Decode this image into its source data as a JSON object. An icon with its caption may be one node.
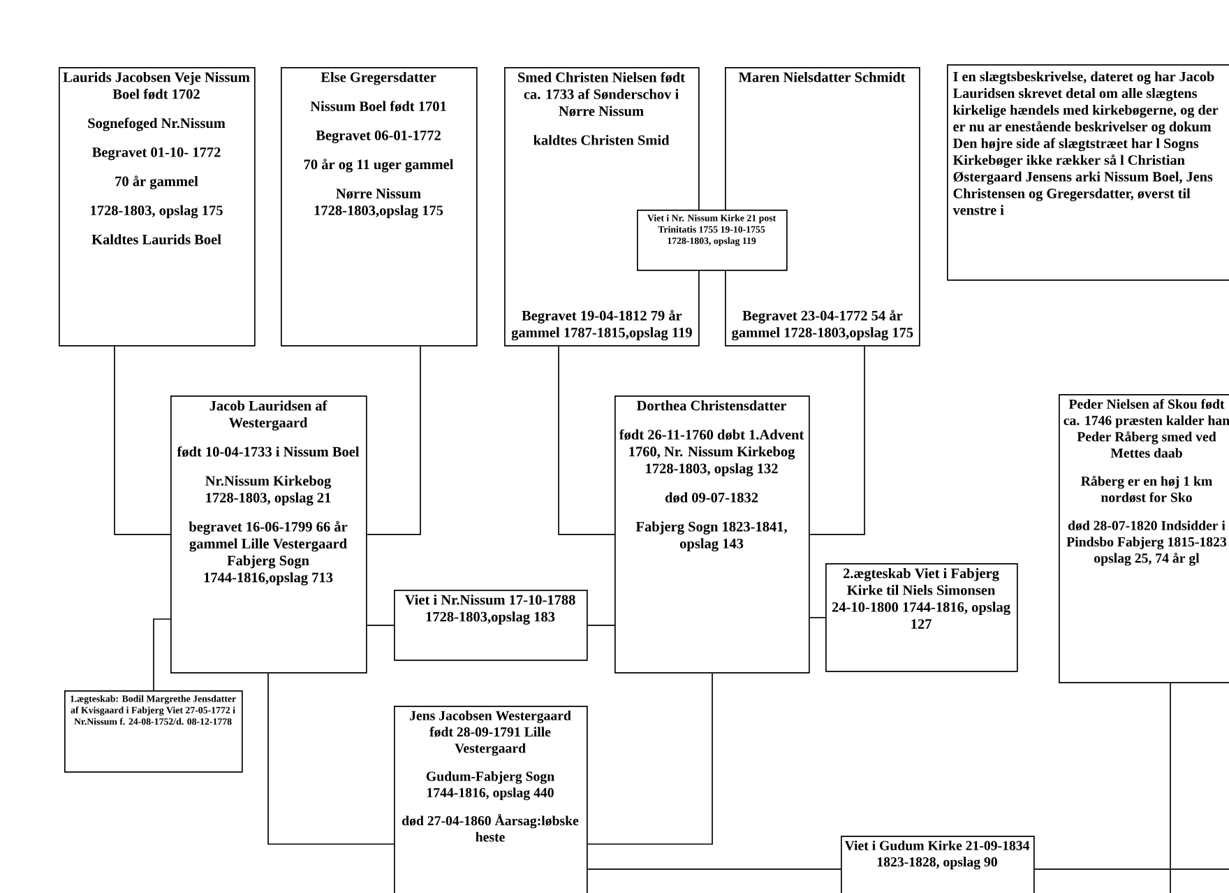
{
  "diagram": {
    "nodes": [
      {
        "text": [
          "Laurids Jacobsen Veje Nissum Boel født 1702",
          "Sognefoged Nr.Nissum",
          "Begravet 01-10- 1772",
          "70 år gammel",
          "1728-1803, opslag 175",
          "Kaldtes Laurids Boel"
        ]
      },
      {
        "text": [
          "Else Gregersdatter",
          "Nissum Boel født 1701",
          "Begravet 06-01-1772",
          "70 år og 11 uger gammel",
          "Nørre Nissum 1728-1803,opslag 175"
        ]
      },
      {
        "text": [
          "Smed Christen Nielsen født ca. 1733 af Sønderschov i Nørre Nissum",
          "kaldtes Christen Smid",
          "Begravet 19-04-1812 79 år gammel 1787-1815,opslag 119"
        ]
      },
      {
        "text": [
          "Maren Nielsdatter Schmidt",
          "Begravet 23-04-1772 54 år gammel 1728-1803,opslag 175"
        ]
      },
      {
        "text": [
          "Viet i Nr. Nissum Kirke 21 post Trinitatis 1755 19-10-1755 1728-1803, opslag 119"
        ]
      },
      {
        "text": [
          "I en slægtsbeskrivelse, dateret og har Jacob Lauridsen skrevet detal om alle slægtens kirkelige hændels med kirkebøgerne, og der er nu ar enestående beskrivelser og dokum Den højre side af slægtstræet har l Sogns Kirkebøger ikke rækker så l Christian Østergaard Jensens arki Nissum Boel, Jens Christensen og Gregersdatter, øverst til venstre i"
        ]
      },
      {
        "text": [
          "Jacob Lauridsen af Westergaard",
          "født 10-04-1733 i Nissum Boel",
          "Nr.Nissum Kirkebog 1728-1803, opslag 21",
          "begravet 16-06-1799 66 år gammel Lille Vestergaard Fabjerg Sogn 1744-1816,opslag 713"
        ]
      },
      {
        "text": [
          "Dorthea Christensdatter",
          "født 26-11-1760 døbt 1.Advent 1760, Nr. Nissum Kirkebog 1728-1803, opslag 132",
          "død 09-07-1832",
          "Fabjerg Sogn 1823-1841, opslag 143"
        ]
      },
      {
        "text": [
          "Peder Nielsen af Skou født ca. 1746 præsten kalder han Peder Råberg smed ved Mettes daab",
          "Råberg er en høj 1 km nordøst for Sko",
          "død 28-07-1820 Indsidder i Pindsbo Fabjerg 1815-1823 opslag 25, 74 år gl"
        ]
      },
      {
        "text": [
          "Viet i Nr.Nissum 17-10-1788 1728-1803,opslag 183"
        ]
      },
      {
        "text": [
          "2.ægteskab Viet i Fabjerg Kirke til Niels Simonsen 24-10-1800 1744-1816, opslag 127"
        ]
      },
      {
        "text": [
          "1.ægteskab: Bodil Margrethe Jensdatter af Kvisgaard i Fabjerg Viet 27-05-1772 i Nr.Nissum f. 24-08-1752/d. 08-12-1778"
        ]
      },
      {
        "text": [
          "Jens Jacobsen Westergaard født 28-09-1791 Lille Vestergaard",
          "Gudum-Fabjerg Sogn 1744-1816, opslag 440",
          "død 27-04-1860 Åarsag:løbske heste"
        ]
      },
      {
        "text": [
          "Viet i Gudum Kirke 21-09-1834 1823-1828, opslag 90"
        ]
      }
    ],
    "edges": [
      {
        "from": 0,
        "to": 6,
        "arrow": "none"
      },
      {
        "from": 1,
        "to": 6,
        "arrow": "none"
      },
      {
        "from": 2,
        "to": 7,
        "arrow": "none"
      },
      {
        "from": 3,
        "to": 7,
        "arrow": "none"
      },
      {
        "from": 6,
        "to": 9,
        "arrow": "none"
      },
      {
        "from": 9,
        "to": 7,
        "arrow": "none"
      },
      {
        "from": 7,
        "to": 10,
        "arrow": "none"
      },
      {
        "from": 6,
        "to": 11,
        "arrow": "none"
      },
      {
        "from": 6,
        "to": 12,
        "arrow": "none"
      },
      {
        "from": 7,
        "to": 12,
        "arrow": "none"
      },
      {
        "from": 12,
        "to": 13,
        "arrow": "none"
      },
      {
        "from": 13,
        "to": null,
        "arrow": "none"
      },
      {
        "from": 8,
        "to": null,
        "arrow": "none"
      }
    ]
  }
}
